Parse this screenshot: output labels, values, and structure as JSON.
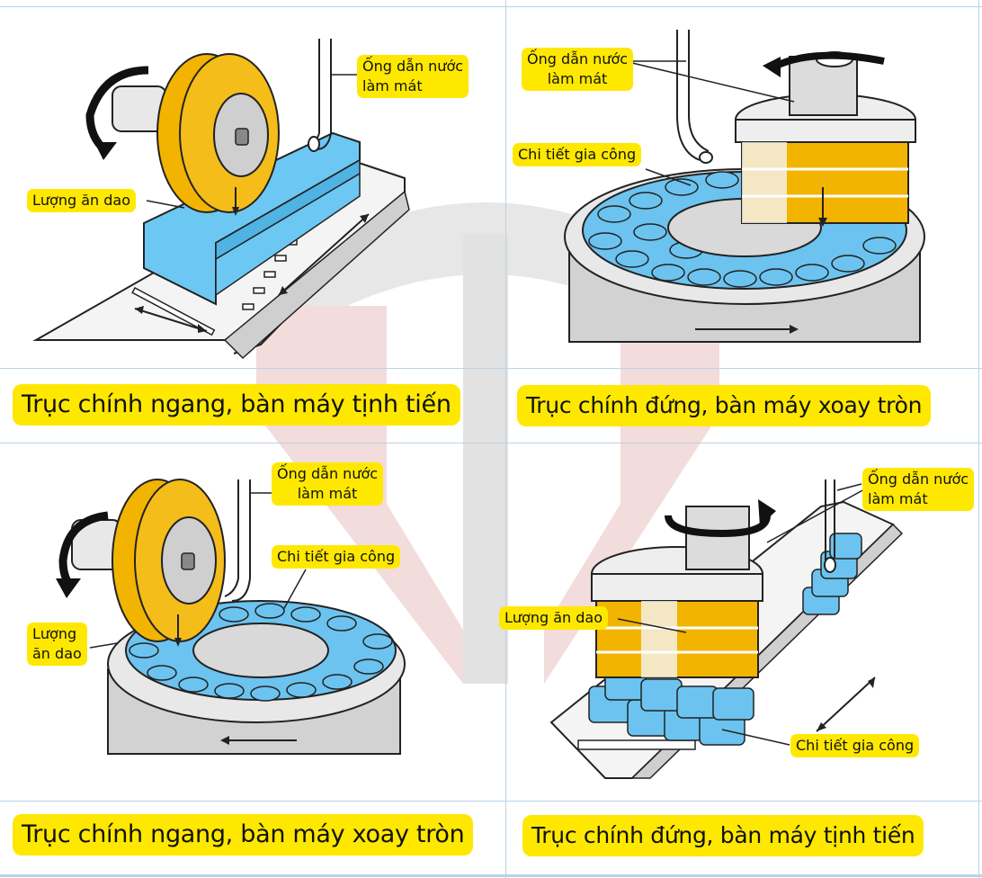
{
  "figure": {
    "panels": [
      {
        "caption": "Trục chính ngang, bàn máy tịnh tiến",
        "labels": {
          "coolant_pipe": [
            "Ống dẫn nước",
            "làm mát"
          ],
          "feed": "Lượng ăn dao"
        }
      },
      {
        "caption": "Trục chính đứng, bàn máy xoay tròn",
        "labels": {
          "coolant_pipe": [
            "Ống dẫn nước",
            "làm mát"
          ],
          "workpiece": "Chi tiết gia công"
        }
      },
      {
        "caption": "Trục chính ngang, bàn máy xoay tròn",
        "labels": {
          "coolant_pipe": [
            "Ống dẫn nước",
            "làm mát"
          ],
          "workpiece": "Chi tiết gia công",
          "feed": [
            "Lượng",
            "ăn dao"
          ]
        }
      },
      {
        "caption": "Trục chính đứng, bàn máy tịnh tiến",
        "labels": {
          "coolant_pipe": [
            "Ống dẫn nước",
            "làm mát"
          ],
          "feed": "Lượng ăn dao",
          "workpiece": "Chi tiết gia công"
        }
      }
    ]
  },
  "colors": {
    "label_bg": "#ffe800",
    "grinding_wheel": "#f2b400",
    "workpiece": "#6cc3ef",
    "grid_line": "#b9d3e6"
  }
}
